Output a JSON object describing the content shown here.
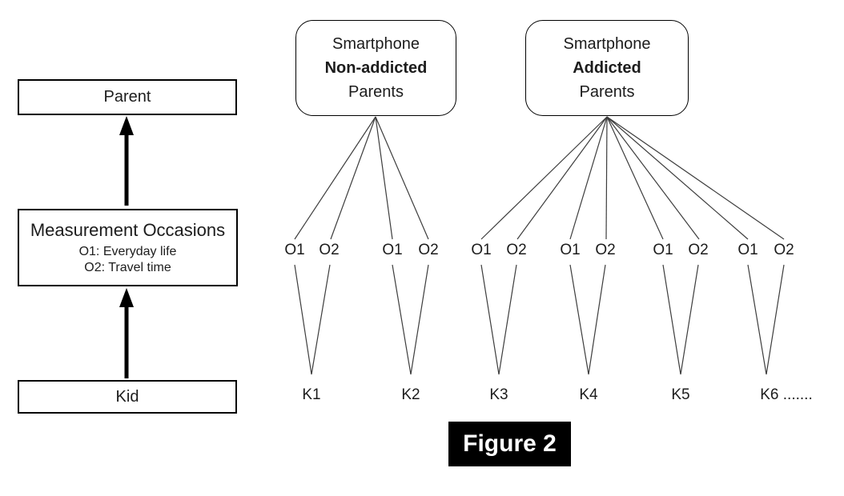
{
  "diagram": {
    "caption": "Figure 2",
    "left_flow": {
      "parent": "Parent",
      "measurement_title": "Measurement Occasions",
      "measurement_sub1": "O1: Everyday life",
      "measurement_sub2": "O2: Travel time",
      "kid": "Kid"
    },
    "groups": [
      {
        "line1": "Smartphone",
        "line2": "Non-addicted",
        "line3": "Parents"
      },
      {
        "line1": "Smartphone",
        "line2": "Addicted",
        "line3": "Parents"
      }
    ],
    "occasions": [
      "O1",
      "O2",
      "O1",
      "O2",
      "O1",
      "O2",
      "O1",
      "O2",
      "O1",
      "O2",
      "O1",
      "O2"
    ],
    "kids": [
      "K1",
      "K2",
      "K3",
      "K4",
      "K5",
      "K6 ......."
    ],
    "colors": {
      "background": "#ffffff",
      "border": "#000000",
      "connector_line": "#3d3d3d",
      "arrow": "#000000",
      "caption_bg": "#000000",
      "caption_text": "#ffffff"
    }
  }
}
